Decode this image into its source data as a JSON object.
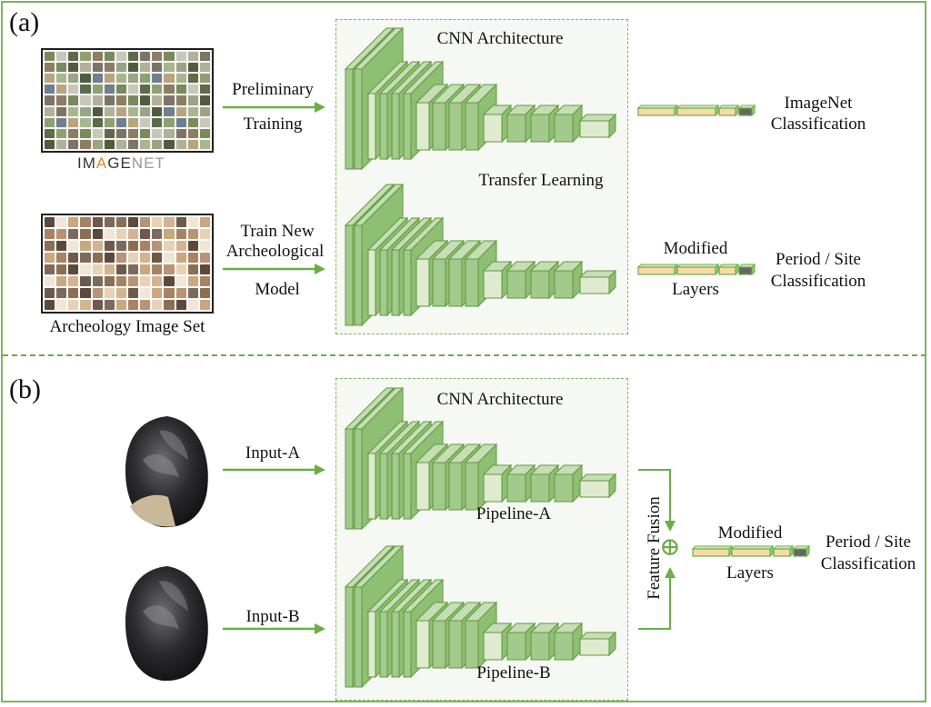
{
  "colors": {
    "frame": "#7cb55a",
    "arrow": "#6aae45",
    "layer_dark": "#a3c98c",
    "layer_light": "#dfeacf",
    "layer_stroke": "#5e9a3e",
    "fc_fill": "#f8d9a8",
    "fc_stroke": "#6aae45",
    "fc_output": "#666666",
    "cnn_box_bg": "#f6f8f3"
  },
  "panel_a": {
    "label": "(a)",
    "imagenet": {
      "logo_prefix": "IM",
      "logo_accent": "A",
      "logo_mid": "GE",
      "logo_suffix": "NET",
      "arrow_label_line1": "Preliminary",
      "arrow_label_line2": "Training"
    },
    "archeology": {
      "caption": "Archeology Image Set",
      "arrow_label_line1": "Train New",
      "arrow_label_line2": "Archeological",
      "arrow_label_line3": "Model"
    },
    "cnn_title": "CNN Architecture",
    "transfer_label": "Transfer Learning",
    "output_top": {
      "line1": "ImageNet",
      "line2": "Classification"
    },
    "output_bottom": {
      "layers_top": "Modified",
      "layers_bottom": "Layers",
      "line1": "Period / Site",
      "line2": "Classification"
    }
  },
  "panel_b": {
    "label": "(b)",
    "input_a_label": "Input-A",
    "input_b_label": "Input-B",
    "cnn_title": "CNN Architecture",
    "pipeline_a": "Pipeline-A",
    "pipeline_b": "Pipeline-B",
    "fusion_label": "Feature Fusion",
    "fusion_symbol": "⊕",
    "output": {
      "layers_top": "Modified",
      "layers_bottom": "Layers",
      "line1": "Period / Site",
      "line2": "Classification"
    }
  }
}
